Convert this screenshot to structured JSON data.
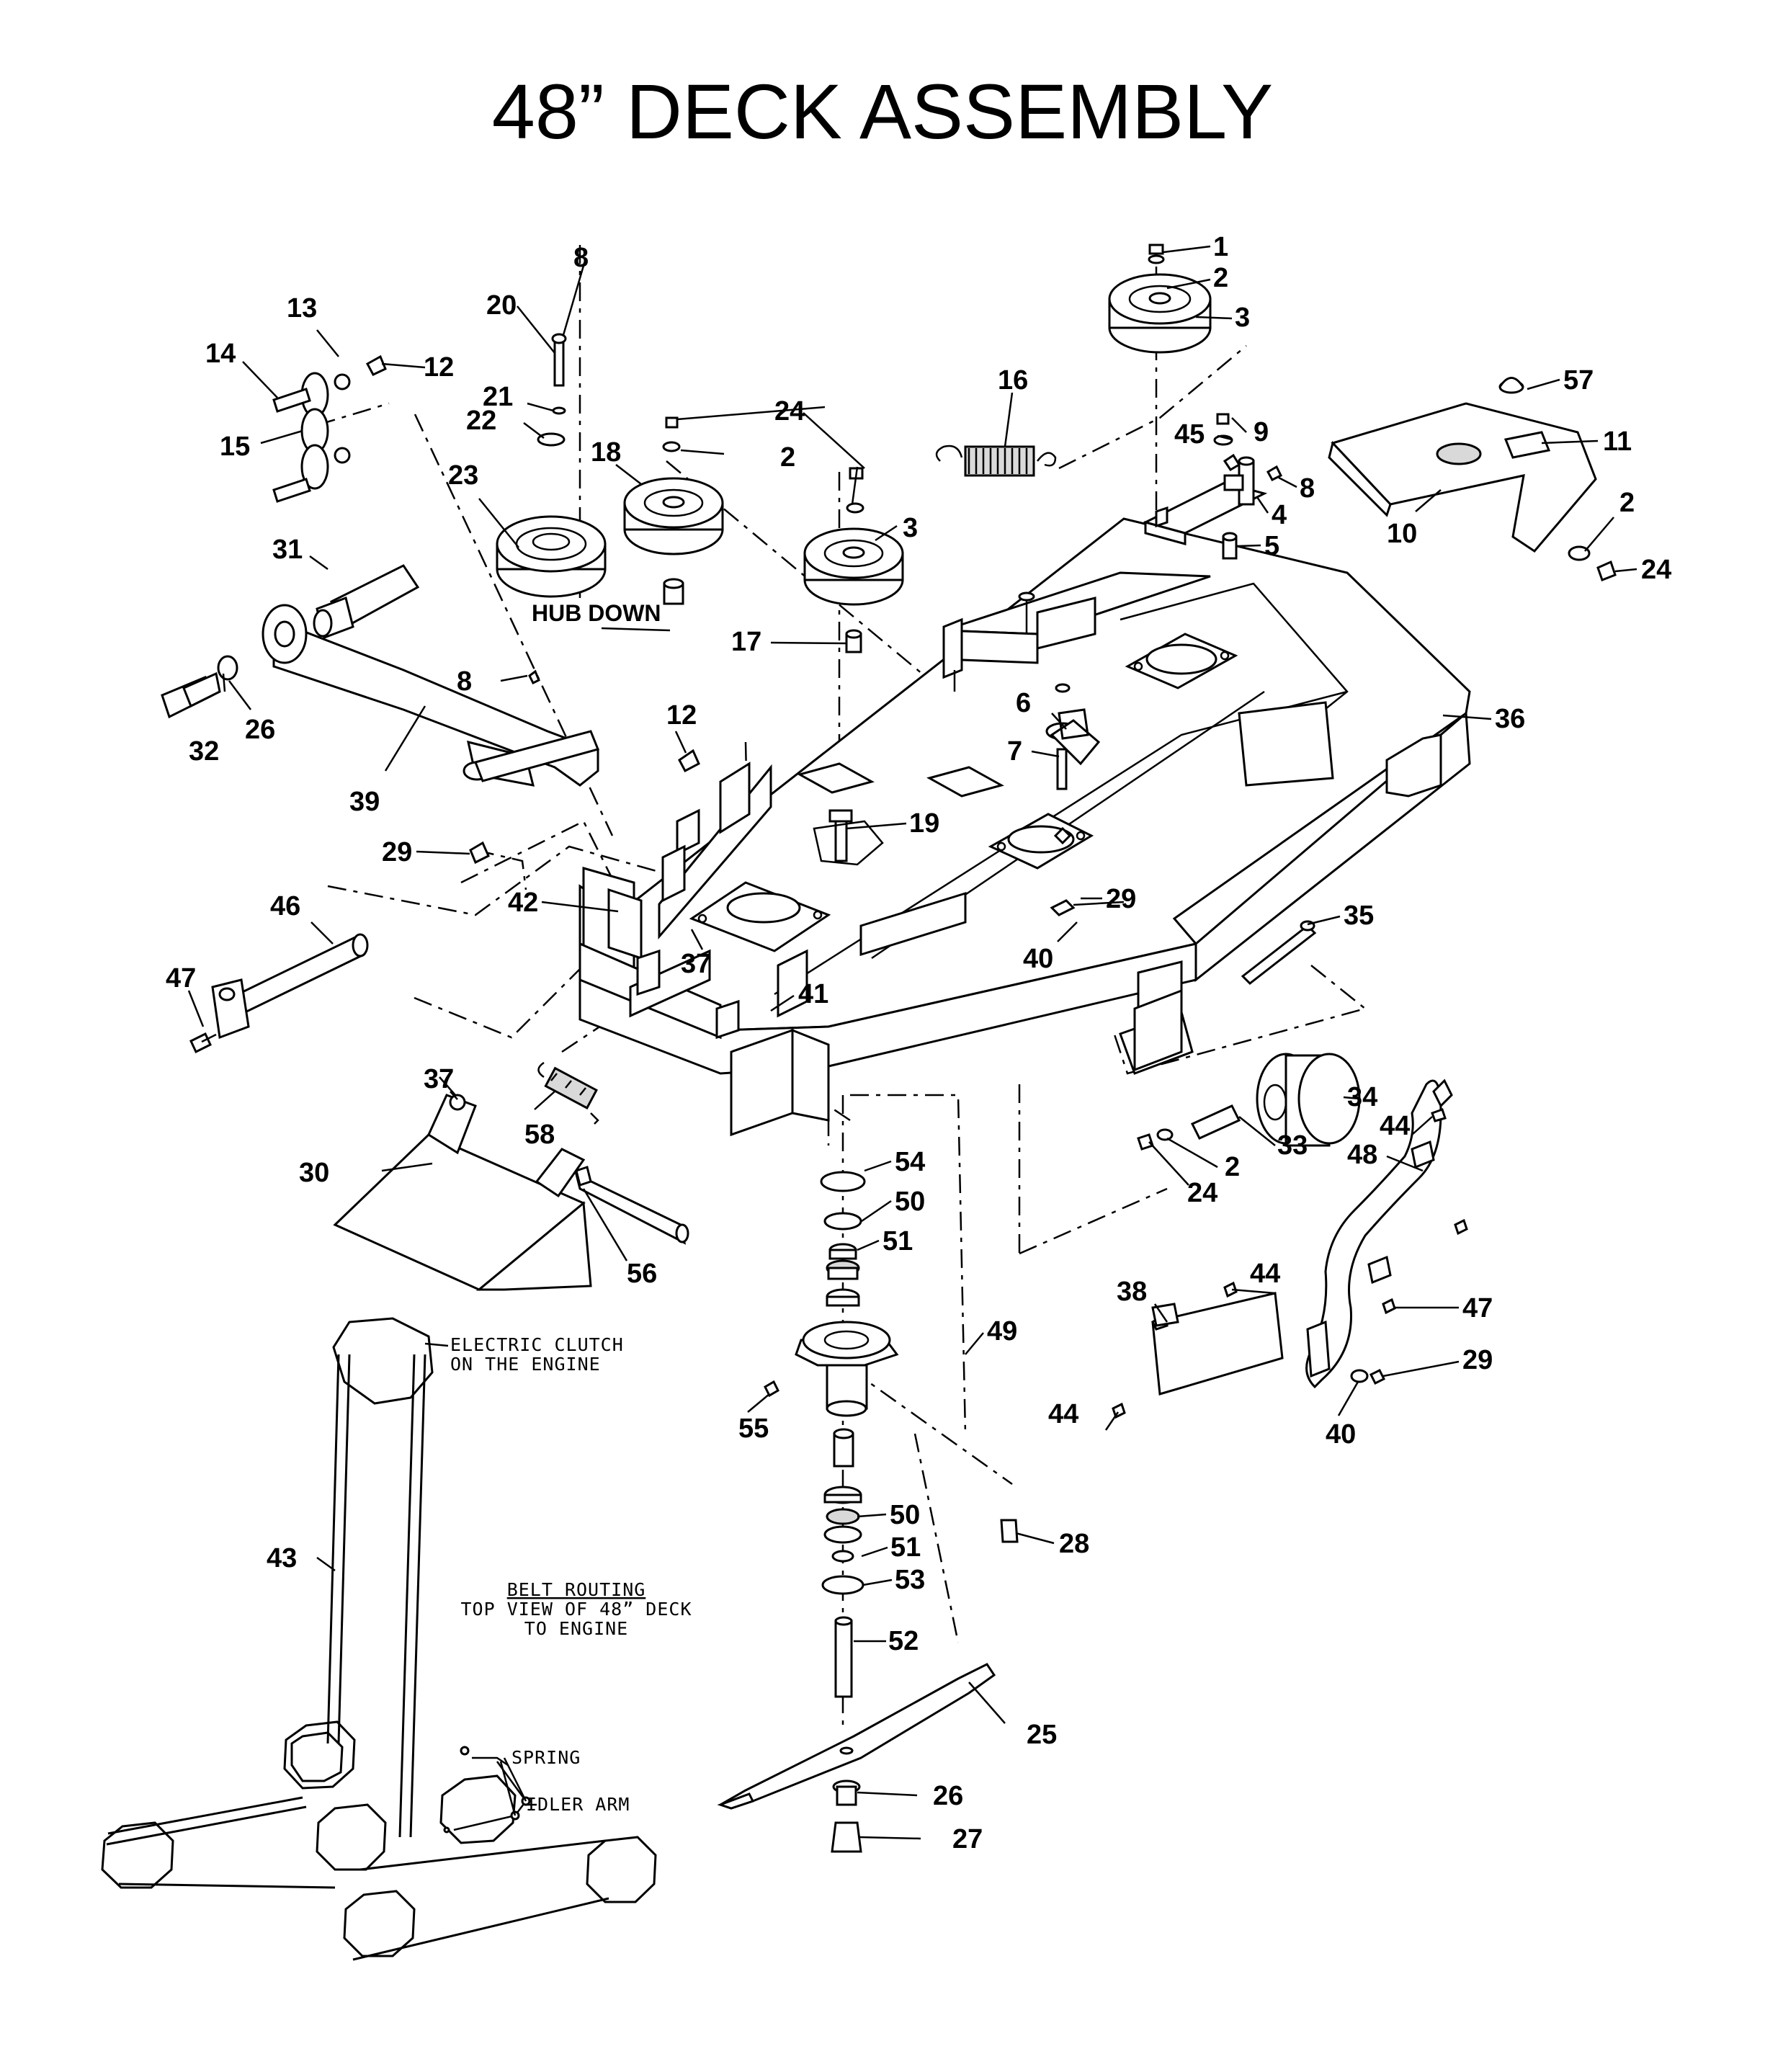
{
  "title": "48” DECK ASSEMBLY",
  "annotations": {
    "hub_down": "HUB DOWN",
    "electric_clutch_1": "ELECTRIC CLUTCH",
    "electric_clutch_2": "ON THE ENGINE",
    "belt_routing_1": "BELT ROUTING",
    "belt_routing_2": "TOP VIEW OF 48” DECK",
    "belt_routing_3": "TO ENGINE",
    "spring": "SPRING",
    "idler_arm": "IDLER ARM"
  },
  "callouts": [
    "1",
    "2",
    "3",
    "2",
    "3",
    "8",
    "20",
    "21",
    "22",
    "23",
    "13",
    "14",
    "12",
    "15",
    "18",
    "24",
    "2",
    "16",
    "45",
    "9",
    "8",
    "4",
    "5",
    "57",
    "11",
    "10",
    "2",
    "24",
    "31",
    "17",
    "6",
    "7",
    "36",
    "8",
    "26",
    "32",
    "39",
    "12",
    "19",
    "29",
    "42",
    "46",
    "47",
    "37",
    "29",
    "40",
    "35",
    "41",
    "37",
    "58",
    "30",
    "54",
    "50",
    "51",
    "34",
    "44",
    "33",
    "2",
    "24",
    "48",
    "56",
    "49",
    "44",
    "38",
    "47",
    "29",
    "55",
    "44",
    "40",
    "28",
    "50",
    "51",
    "53",
    "43",
    "52",
    "25",
    "26",
    "27"
  ]
}
